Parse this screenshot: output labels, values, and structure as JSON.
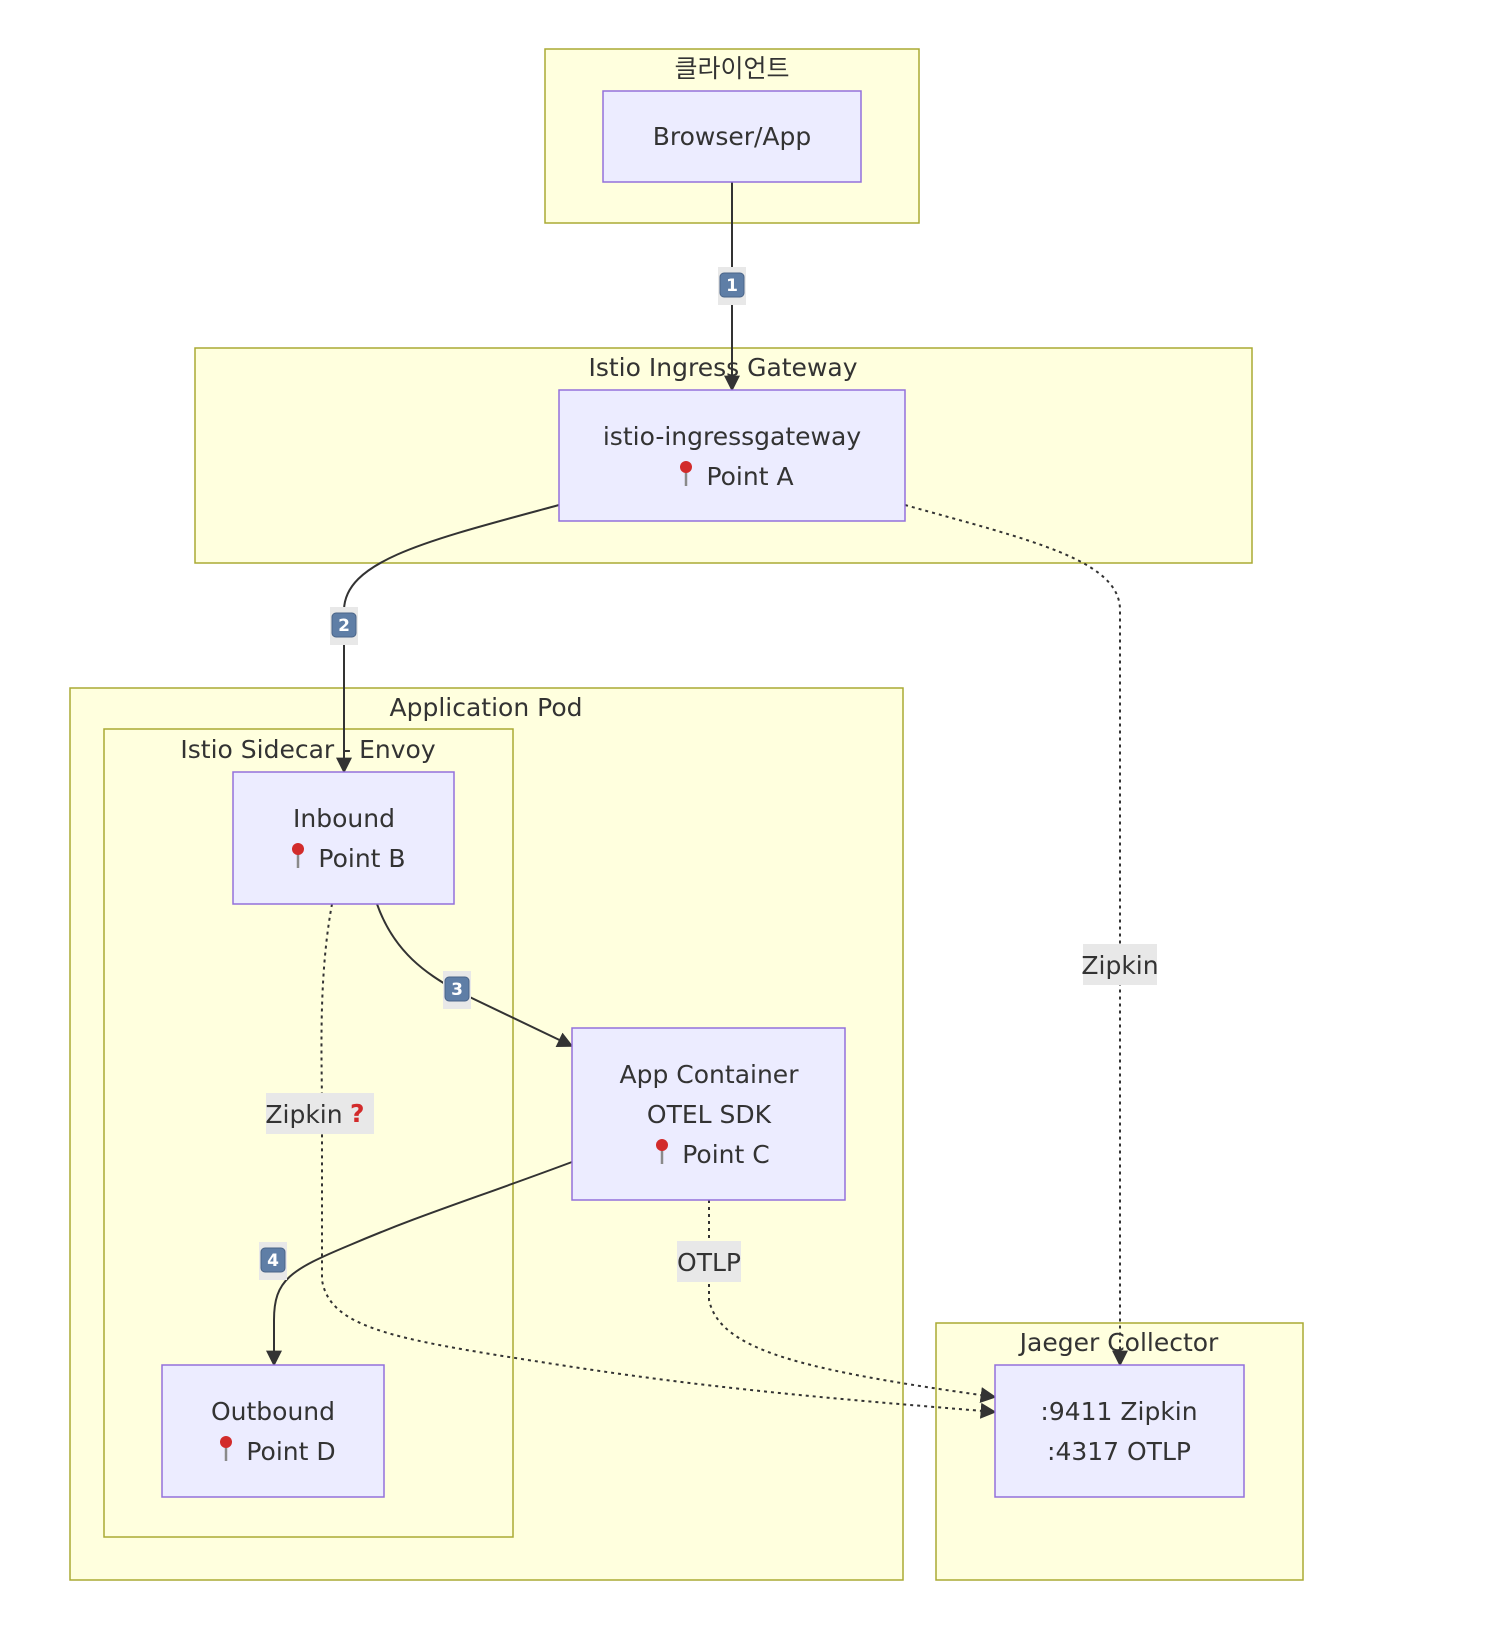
{
  "clusters": {
    "client": {
      "title": "클라이언트"
    },
    "ingress": {
      "title": "Istio Ingress Gateway"
    },
    "app_pod": {
      "title": "Application Pod"
    },
    "sidecar": {
      "title": "Istio Sidecar - Envoy"
    },
    "jaeger": {
      "title": "Jaeger Collector"
    }
  },
  "nodes": {
    "browser": {
      "line1": "Browser/App"
    },
    "gateway": {
      "line1": "istio-ingressgateway",
      "point": "Point A",
      "point_icon": "pushpin-icon"
    },
    "inbound": {
      "line1": "Inbound",
      "point": "Point B",
      "point_icon": "pushpin-icon"
    },
    "app": {
      "line1": "App Container",
      "line2": "OTEL SDK",
      "point": "Point C",
      "point_icon": "pushpin-icon"
    },
    "outbound": {
      "line1": "Outbound",
      "point": "Point D",
      "point_icon": "pushpin-icon"
    },
    "collector": {
      "line1": ":9411 Zipkin",
      "line2": ":4317 OTLP"
    }
  },
  "edges": {
    "browser_to_gateway": {
      "label": "1",
      "style": "solid"
    },
    "gateway_to_inbound": {
      "label": "2",
      "style": "solid"
    },
    "inbound_to_app": {
      "label": "3",
      "style": "solid"
    },
    "app_to_outbound": {
      "label": "4",
      "style": "solid"
    },
    "gateway_to_collector": {
      "label": "Zipkin",
      "style": "dotted"
    },
    "inbound_to_collector": {
      "label": "Zipkin",
      "icon": "question-mark-icon",
      "style": "dotted"
    },
    "app_to_collector": {
      "label": "OTLP",
      "style": "dotted"
    }
  },
  "colors": {
    "cluster_fill": "#ffffde",
    "cluster_stroke": "#aaaa33",
    "node_fill": "#ececff",
    "node_stroke": "#9370db",
    "edge": "#333333",
    "edge_label_bg": "#e8e8e8",
    "badge": "#5f7ea6",
    "pin": "#d22b2b"
  }
}
